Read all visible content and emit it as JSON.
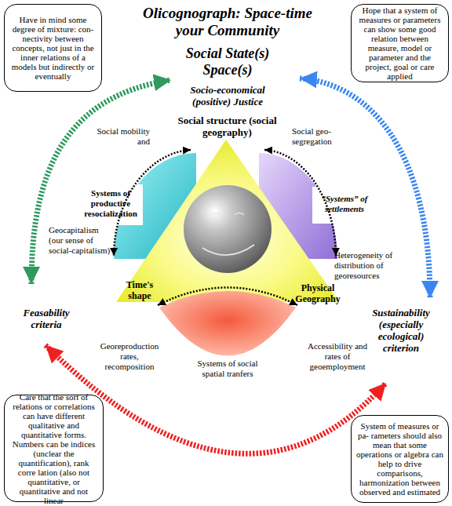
{
  "diagram": {
    "title": "Olicognograph: Space-time your Community",
    "nodes": [
      {
        "text": [
          "Have in mind some degree of mixture: con- nectivity between concepts, not just in the inner relations of a models but indirectly or eventually"
        ]
      },
      {
        "text": [
          "Hope that a system of measures or parameters can show some good relation between measure, model or parameter and the project, goal or care applied"
        ]
      },
      {
        "text": [
          "Systems of productive resocialization"
        ]
      },
      {
        "text": [
          "Social structure (social geography)",
          "Time's shape",
          "Physical Geography"
        ]
      },
      {
        "text": [
          "“Systems” of settlements"
        ]
      },
      {
        "text": [
          "Systems of social spatial tranfers"
        ]
      },
      {
        "text": [
          "Care that the sort of relations or correlations can have different qualitative and quantitative forms. Numbers can be indices (unclear the quantification), rank corre lation (also not quantitative, or quantitative and not linear"
        ]
      },
      {
        "text": [
          "System of measures or pa- rameters should also mean that some operations or algebra can help to drive comparisons, harmonization between observed and estimated"
        ]
      }
    ],
    "labels": [
      "Social State(s) Space(s)",
      "Socio-economical (positive) Justice",
      "Social mobility and",
      "Social geo- segregation",
      "Geocapitalism (our sense of social-capitalism)",
      "Heterogeneity of distribution of georesources",
      "Feasability criteria",
      "Sustainability (especially ecological) criterion",
      "Georeproduction rates, recomposition",
      "Accessibility and rates of geoemployment"
    ]
  }
}
